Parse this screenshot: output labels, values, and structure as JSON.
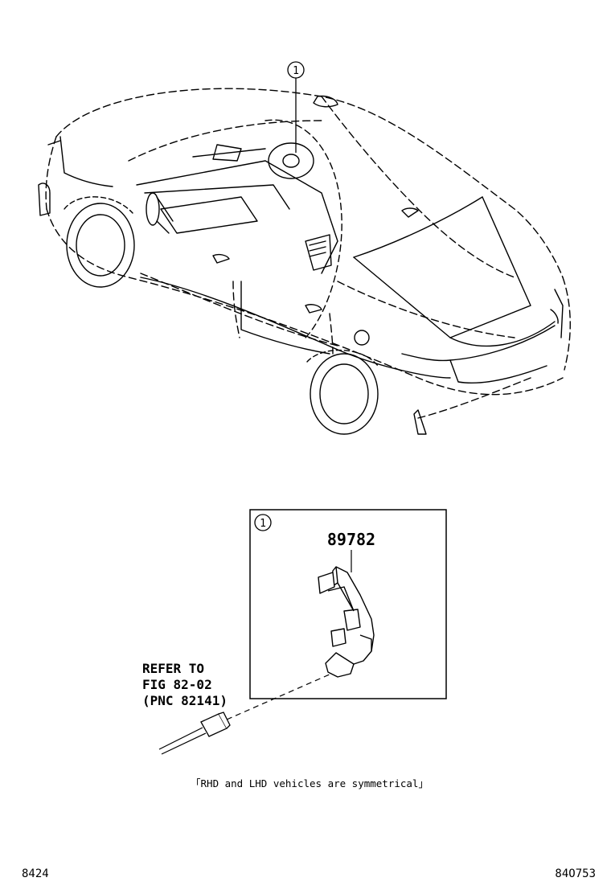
{
  "callout": {
    "number": "1"
  },
  "detail": {
    "part_number": "89782"
  },
  "reference": {
    "line1": "REFER TO",
    "line2": "FIG 82-02",
    "line3": "(PNC 82141)"
  },
  "note": "「RHD and LHD vehicles are symmetrical」",
  "footer": {
    "left_code": "8424",
    "right_code": "84O753"
  }
}
